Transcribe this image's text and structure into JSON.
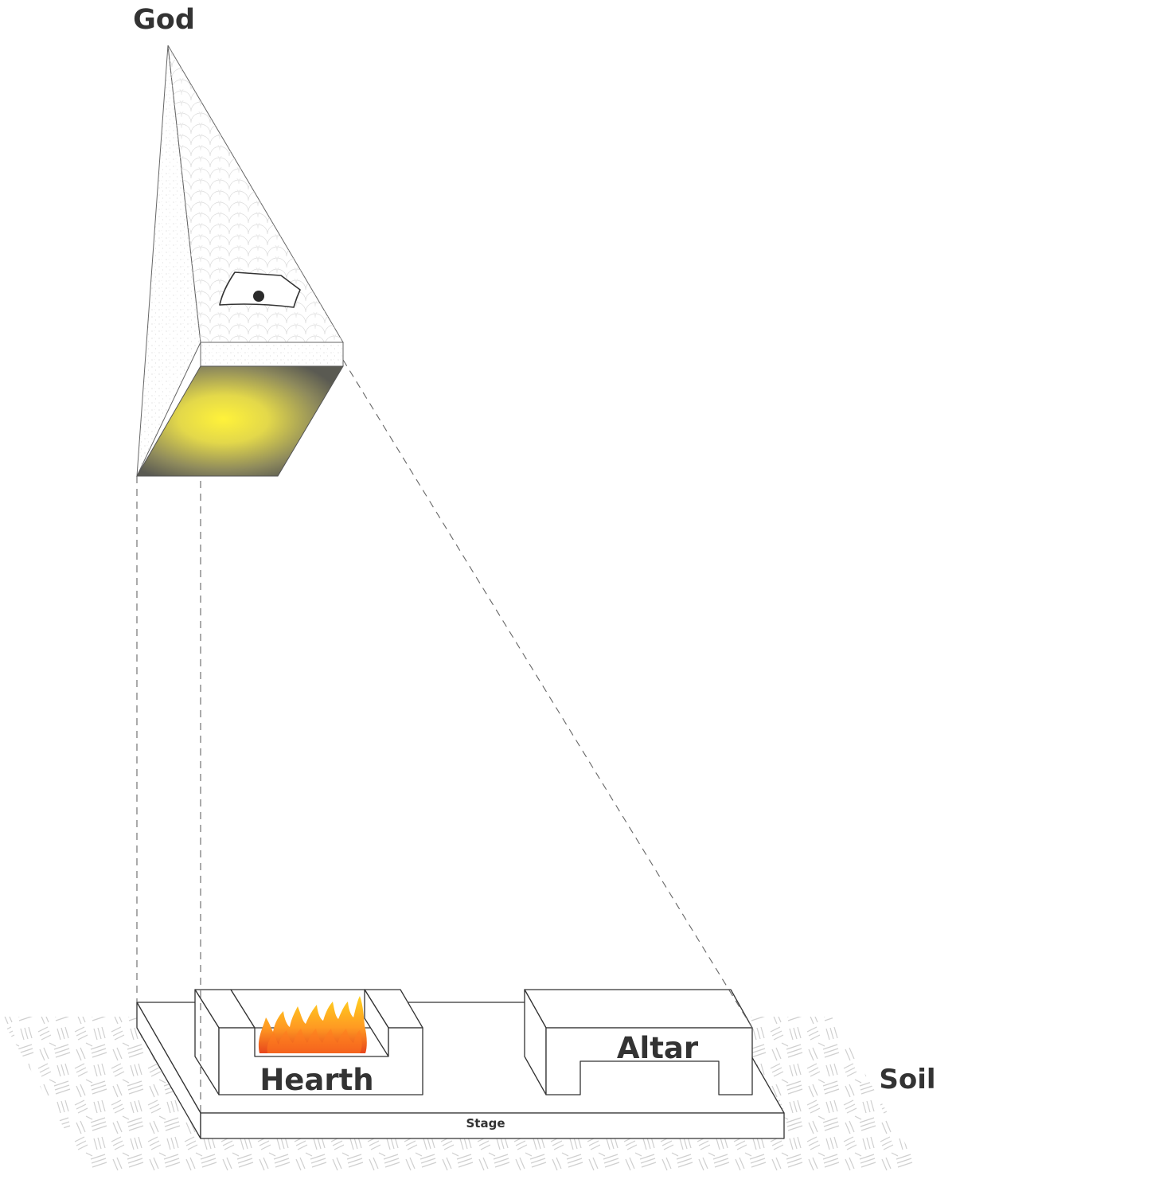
{
  "labels": {
    "god": "God",
    "hearth": "Hearth",
    "altar": "Altar",
    "soil": "Soil",
    "stage": "Stage"
  },
  "colors": {
    "text": "#333333",
    "light_center": "#fff23a",
    "light_edge": "#5a5a52",
    "flame_top": "#ffd21f",
    "flame_bottom": "#e8461c",
    "soil_pattern": "#cfcfcf"
  },
  "icons": {
    "eye": "eye-icon",
    "flame": "flame-icon"
  }
}
